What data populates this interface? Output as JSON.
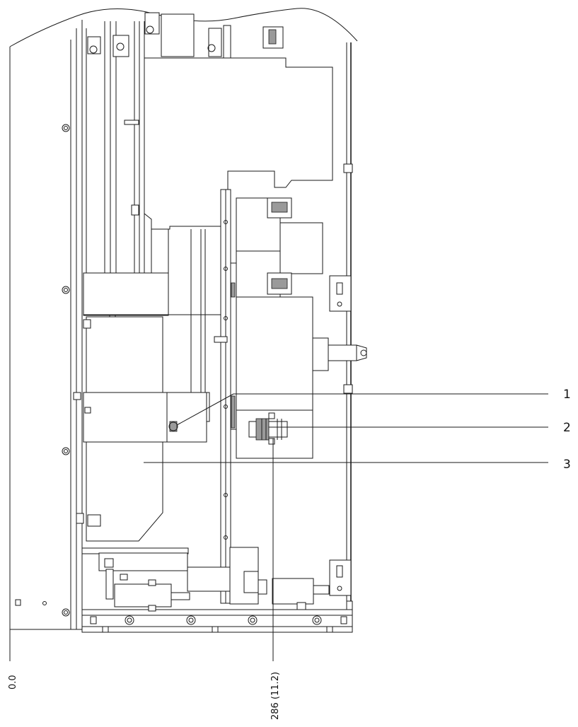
{
  "callouts": [
    {
      "label": "1"
    },
    {
      "label": "2"
    },
    {
      "label": "3"
    }
  ],
  "dimensions": [
    {
      "label": "0.0"
    },
    {
      "label": "286 (11.2)"
    }
  ]
}
